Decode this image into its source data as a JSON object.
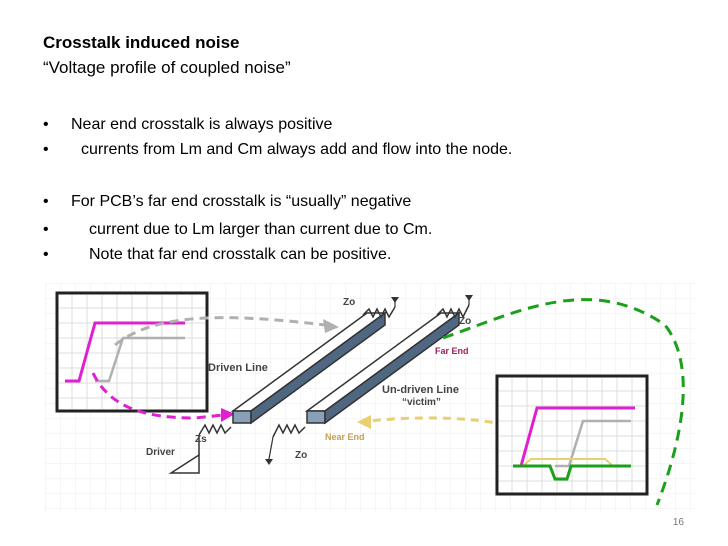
{
  "slide": {
    "title": "Crosstalk induced noise",
    "subtitle": "“Voltage profile of coupled noise”",
    "bullets": [
      {
        "symbol": "•",
        "text": "Near end crosstalk is always positive"
      },
      {
        "symbol": "•",
        "text": "currents  from Lm and Cm always add and flow  into the node."
      },
      {
        "symbol": "•",
        "text": "For PCB’s far end crosstalk is “usually” negative"
      },
      {
        "symbol": "•",
        "text": "current due to Lm larger than current due to Cm."
      },
      {
        "symbol": "•",
        "text": "Note that far end crosstalk can be positive."
      }
    ],
    "page_number": "16"
  },
  "diagram": {
    "labels": {
      "zo_top_left": "Zo",
      "zo_top_right": "Zo",
      "far_end": "Far End",
      "driven_line": "Driven Line",
      "undriven_line": "Un-driven Line",
      "victim": "“victim”",
      "near_end": "Near End",
      "zs": "Zs",
      "driver": "Driver",
      "zo_bottom": "Zo"
    },
    "colors": {
      "magenta": "#e020d0",
      "green": "#1aa01a",
      "gray": "#b0b0b0",
      "yellow": "#e8d070",
      "grid": "#dcdcdc",
      "label_dark": "#444444",
      "near_end_label": "#c8a050",
      "far_end_label": "#a02060"
    }
  }
}
